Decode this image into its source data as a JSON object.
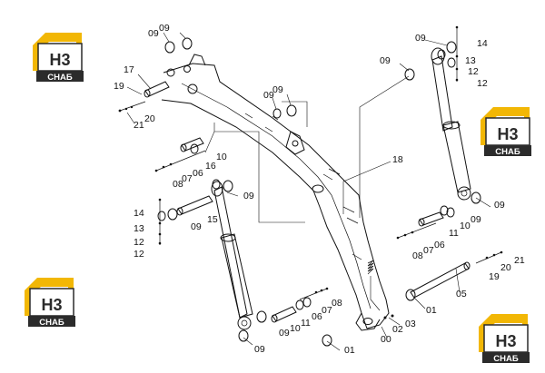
{
  "logo": {
    "mark": "H3",
    "caption": "СНАБ",
    "colors": {
      "yellow": "#F2B705",
      "dark": "#2B2B2B",
      "light": "#FFFFFF"
    }
  },
  "labels": [
    {
      "id": "l1",
      "text": "09"
    },
    {
      "id": "l2",
      "text": "09"
    },
    {
      "id": "l3",
      "text": "17"
    },
    {
      "id": "l4",
      "text": "19"
    },
    {
      "id": "l5",
      "text": "21"
    },
    {
      "id": "l6",
      "text": "20"
    },
    {
      "id": "l7",
      "text": "09"
    },
    {
      "id": "l8",
      "text": "09"
    },
    {
      "id": "l9",
      "text": "09"
    },
    {
      "id": "l10",
      "text": "14"
    },
    {
      "id": "l11",
      "text": "09"
    },
    {
      "id": "l12",
      "text": "13"
    },
    {
      "id": "l13",
      "text": "12"
    },
    {
      "id": "l14",
      "text": "12"
    },
    {
      "id": "l15",
      "text": "16"
    },
    {
      "id": "l16",
      "text": "10"
    },
    {
      "id": "l17",
      "text": "08"
    },
    {
      "id": "l18",
      "text": "07"
    },
    {
      "id": "l19",
      "text": "06"
    },
    {
      "id": "l20",
      "text": "18"
    },
    {
      "id": "l21",
      "text": "09"
    },
    {
      "id": "l22",
      "text": "14"
    },
    {
      "id": "l23",
      "text": "15"
    },
    {
      "id": "l24",
      "text": "13"
    },
    {
      "id": "l25",
      "text": "09"
    },
    {
      "id": "l26",
      "text": "12"
    },
    {
      "id": "l27",
      "text": "12"
    },
    {
      "id": "l28",
      "text": "09"
    },
    {
      "id": "l29",
      "text": "10"
    },
    {
      "id": "l30",
      "text": "11"
    },
    {
      "id": "l31",
      "text": "09"
    },
    {
      "id": "l32",
      "text": "08"
    },
    {
      "id": "l33",
      "text": "07"
    },
    {
      "id": "l34",
      "text": "06"
    },
    {
      "id": "l35",
      "text": "21"
    },
    {
      "id": "l36",
      "text": "20"
    },
    {
      "id": "l37",
      "text": "19"
    },
    {
      "id": "l38",
      "text": "05"
    },
    {
      "id": "l39",
      "text": "01"
    },
    {
      "id": "l40",
      "text": "09"
    },
    {
      "id": "l41",
      "text": "10"
    },
    {
      "id": "l42",
      "text": "11"
    },
    {
      "id": "l43",
      "text": "06"
    },
    {
      "id": "l44",
      "text": "07"
    },
    {
      "id": "l45",
      "text": "08"
    },
    {
      "id": "l46",
      "text": "02"
    },
    {
      "id": "l47",
      "text": "03"
    },
    {
      "id": "l48",
      "text": "00"
    },
    {
      "id": "l49",
      "text": "01"
    },
    {
      "id": "l50",
      "text": "09"
    }
  ]
}
